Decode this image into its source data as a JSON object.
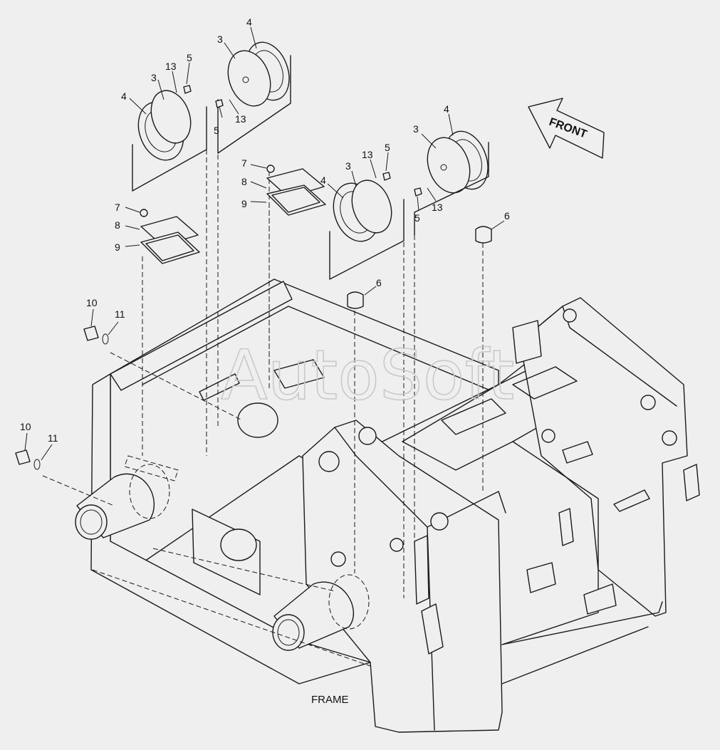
{
  "title": "FRAME",
  "watermark": "AutoSoft",
  "direction_label": "FRONT",
  "callouts": [
    "3",
    "4",
    "5",
    "13",
    "3",
    "4",
    "5",
    "13",
    "3",
    "4",
    "5",
    "13",
    "3",
    "4",
    "5",
    "13",
    "7",
    "8",
    "9",
    "7",
    "8",
    "9",
    "6",
    "6",
    "10",
    "11",
    "10",
    "11"
  ]
}
